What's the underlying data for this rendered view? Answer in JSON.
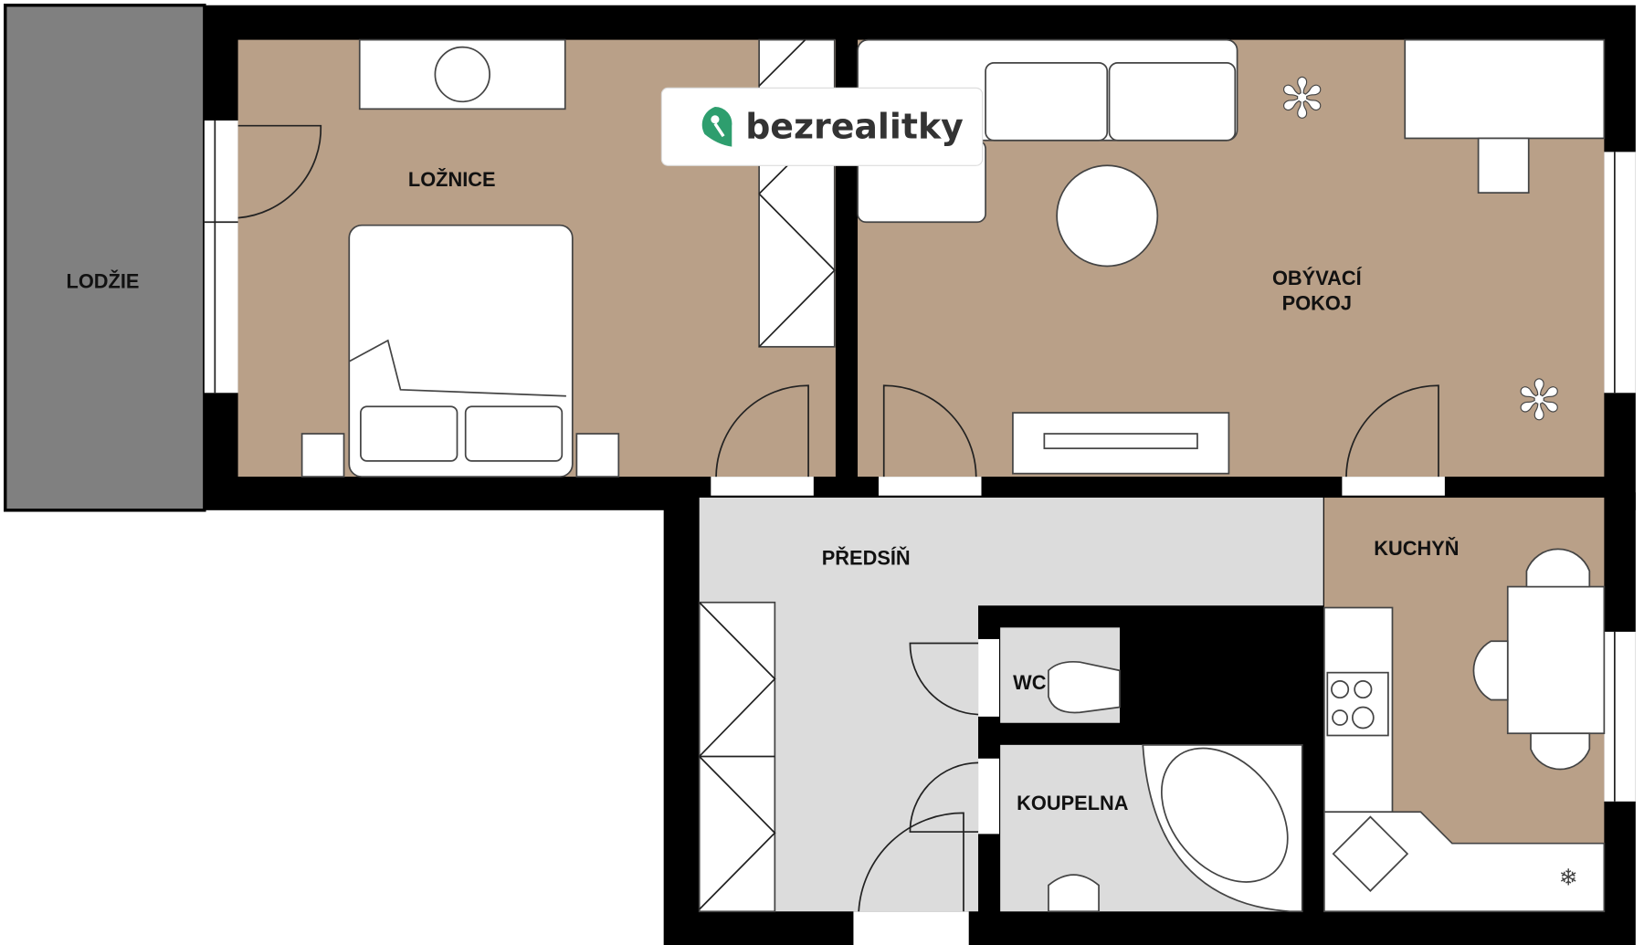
{
  "rooms": {
    "lodzie": "LODŽIE",
    "loznice": "LOŽNICE",
    "obyvaci_line1": "OBÝVACÍ",
    "obyvaci_line2": "POKOJ",
    "predsin": "PŘEDSÍŇ",
    "kuchyn": "KUCHYŇ",
    "wc": "WC",
    "koupelna": "KOUPELNA"
  },
  "logo": {
    "text": "bezrealitky",
    "icon": "key-pin-icon",
    "color": "#2e9e6e"
  },
  "colors": {
    "wall": "#000000",
    "living": "#b9a088",
    "service": "#dcdcdc",
    "balcony": "#808080"
  }
}
